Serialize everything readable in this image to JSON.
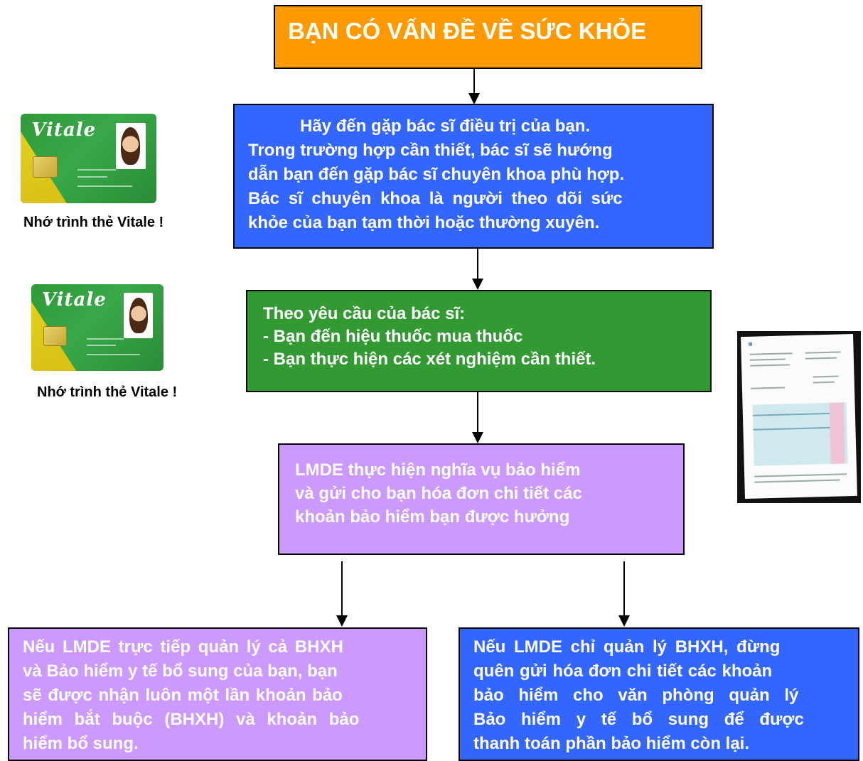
{
  "title": "BẠN CÓ VẤN ĐỀ VỀ SỨC KHỎE",
  "step1": [
    "Hãy đến gặp bác sĩ điều trị của bạn.",
    "Trong trường hợp cần thiết, bác sĩ sẽ hướng",
    "dẫn bạn đến gặp bác sĩ chuyên khoa phù hợp.",
    "Bác sĩ chuyên khoa là người theo dõi sức",
    "khỏe của bạn tạm thời hoặc thường xuyên."
  ],
  "step2": [
    "Theo yêu cầu của bác sĩ:",
    "- Bạn đến hiệu thuốc mua thuốc",
    "- Bạn thực hiện các xét nghiệm cần thiết."
  ],
  "step3": [
    "LMDE thực hiện nghĩa vụ bảo hiểm",
    "và gửi cho bạn hóa đơn chi tiết các",
    "khoản bảo hiểm bạn được hưởng"
  ],
  "left_result": [
    "Nếu LMDE trực tiếp quản lý cả BHXH",
    "và Bảo hiểm y tế bổ sung của bạn, bạn",
    "sẽ được nhận luôn một lần khoản bảo",
    "hiểm bắt buộc (BHXH) và khoản bảo",
    "hiểm bổ sung."
  ],
  "right_result": [
    "Nếu LMDE chỉ quản lý BHXH, đừng",
    "quên gửi hóa đơn chi tiết các khoản",
    "bảo hiểm cho văn phòng quản lý",
    "Bảo hiểm y tế bổ sung để được",
    "thanh toán phần bảo hiểm còn lại."
  ],
  "card_reminder_1": "Nhớ trình thẻ Vitale !",
  "card_reminder_2": "Nhớ trình thẻ Vitale !",
  "card_brand": "Vitale",
  "colors": {
    "orange": "#ff9900",
    "blue": "#3366ff",
    "green": "#339933",
    "purple": "#cc99ff",
    "text_dark": "#000000",
    "text_light": "#ffffff"
  }
}
